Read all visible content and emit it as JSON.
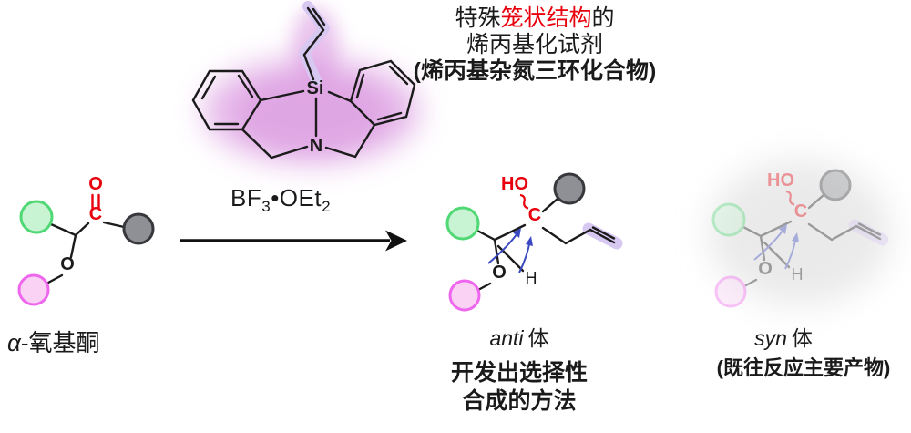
{
  "header": {
    "line1_pre": "特殊",
    "line1_red": "笼状结构",
    "line1_post": "的",
    "line2": "烯丙基化试剂",
    "line3": "(烯丙基杂氮三环化合物)"
  },
  "catalyst": {
    "base1": "BF",
    "sub1": "3",
    "base2": "•OEt",
    "sub2": "2"
  },
  "substrate": {
    "label_alpha": "α",
    "label_rest": "-氧基酮",
    "carbonyl_c": "C",
    "carbonyl_o": "O",
    "ether_o": "O"
  },
  "reagent": {
    "si": "Si",
    "n": "N"
  },
  "product": {
    "ho": "HO",
    "c": "C",
    "o": "O",
    "h": "H"
  },
  "anti": {
    "name": "anti",
    "suffix": "体"
  },
  "syn": {
    "name": "syn",
    "suffix": "体",
    "note": "(既往反应主要产物)"
  },
  "method": {
    "line1": "开发出选择性",
    "line2": "合成的方法"
  },
  "colors": {
    "accent_red": "#e8000d",
    "bond_black": "#1b1b1b",
    "green_fill": "#c9f4d3",
    "green_stroke": "#4fd874",
    "pink_fill": "#fad2f4",
    "pink_stroke": "#ee66ee",
    "gray_fill": "#8e9095",
    "gray_stroke": "#37383c",
    "lavender_highlight": "#d7c8f1",
    "purple_glow": "#dc9ce1",
    "blue_arrow": "#3a49c0",
    "syn_backdrop": "#d9d9d9"
  }
}
